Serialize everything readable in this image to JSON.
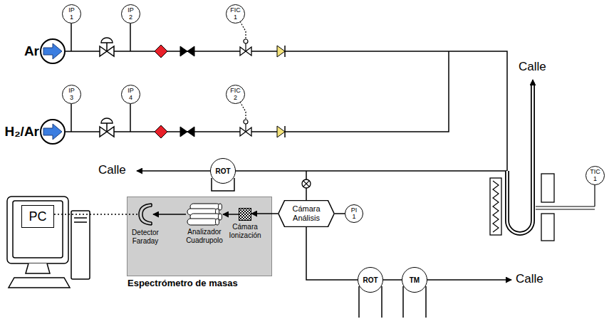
{
  "diagram": {
    "nodes": [
      {
        "text": [
          "Ar"
        ]
      },
      {
        "text": [
          "IP 1"
        ]
      },
      {
        "text": [
          "IP 2"
        ]
      },
      {
        "text": [
          "FIC 1"
        ]
      },
      {
        "text": [
          "H₂/Ar"
        ]
      },
      {
        "text": [
          "IP 3"
        ]
      },
      {
        "text": [
          "IP 4"
        ]
      },
      {
        "text": [
          "FIC 2"
        ]
      },
      {
        "text": [
          "TIC 1"
        ]
      },
      {
        "text": [
          "ROT"
        ]
      },
      {
        "text": [
          "Cámara Análisis"
        ]
      },
      {
        "text": [
          "PI 1"
        ]
      },
      {
        "text": [
          "Espectrómetro de masas"
        ]
      },
      {
        "text": [
          "Detector Faraday"
        ],
        "in": 12
      },
      {
        "text": [
          "Analizador Cuadrupolo"
        ],
        "in": 12
      },
      {
        "text": [
          "Cámara Ionización"
        ],
        "in": 12
      },
      {
        "text": [
          "PC"
        ]
      },
      {
        "text": [
          "ROT"
        ]
      },
      {
        "text": [
          "TM"
        ]
      }
    ],
    "edges": [
      {
        "from": 10,
        "to": 15,
        "arrow": "to"
      },
      {
        "from": 15,
        "to": 14,
        "arrow": "to"
      },
      {
        "from": 14,
        "to": 13,
        "arrow": "to"
      },
      {
        "from": 13,
        "to": 16,
        "arrow": "none"
      },
      {
        "from": 10,
        "to": 11,
        "arrow": "none"
      },
      {
        "from": 10,
        "to": 17,
        "arrow": "none"
      },
      {
        "from": 17,
        "to": 18,
        "arrow": "none"
      }
    ],
    "labels": [
      "Calle",
      "Calle",
      "Calle"
    ]
  }
}
